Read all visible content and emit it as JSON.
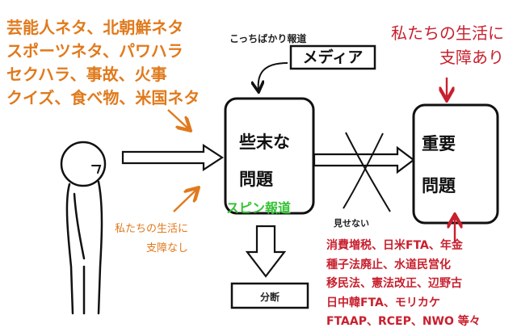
{
  "topics": {
    "lines": [
      "芸能人ネタ、北朝鮮ネタ",
      "スポーツネタ、パワハラ",
      "セクハラ、事故、火事",
      "クイズ、食べ物、米国ネタ"
    ],
    "color": "#e07a1c"
  },
  "important_note": {
    "line1": "私たちの生活に",
    "line2": "支障あり",
    "color": "#c8202e"
  },
  "media": {
    "caption": "こっちばかり報道",
    "label": "メディア"
  },
  "trivial_box": {
    "line1": "些末な",
    "line2": "問題"
  },
  "spin_label": "スピン報道",
  "important_box": {
    "line1": "重要",
    "line2": "問題"
  },
  "hidden_label": "見せない",
  "trivial_note": {
    "line1": "私たちの生活に",
    "line2": "支障なし"
  },
  "division_label": "分断",
  "issues": {
    "lines": [
      "消費増税、日米FTA、年金",
      "種子法廃止、水道民営化",
      "移民法、憲法改正、辺野古",
      "日中韓FTA、モリカケ",
      "FTAAP、RCEP、NWO 等々"
    ]
  }
}
